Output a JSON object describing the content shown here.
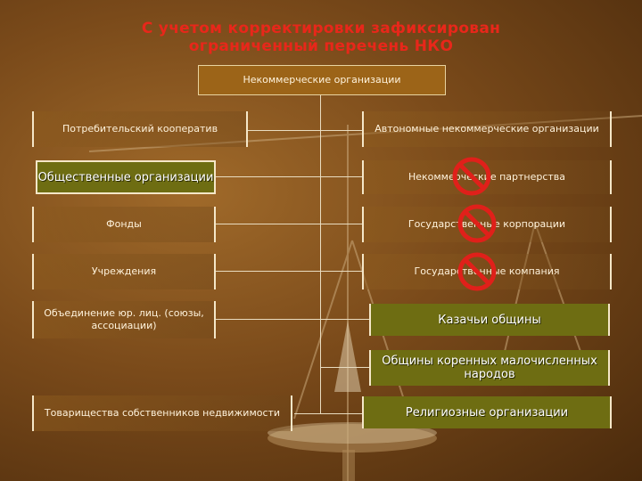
{
  "title": {
    "line1": "С учетом корректировки зафиксирован",
    "line2": "ограниченный перечень НКО"
  },
  "root": "Некоммерческие организации",
  "left": [
    {
      "label": "Потребительский кооператив",
      "highlight": false
    },
    {
      "label": "Общественные организации",
      "highlight": true
    },
    {
      "label": "Фонды",
      "highlight": false
    },
    {
      "label": "Учреждения",
      "highlight": false
    },
    {
      "label": "Объединение юр. лиц. (союзы, ассоциации)",
      "highlight": false
    },
    {
      "label": "Товарищества собственников недвижимости",
      "highlight": false
    }
  ],
  "right": [
    {
      "label": "Автономные некоммерческие организации",
      "highlight": false,
      "crossed": false
    },
    {
      "label": "Некоммерческие партнерства",
      "highlight": false,
      "crossed": true
    },
    {
      "label": "Государственные корпорации",
      "highlight": false,
      "crossed": true
    },
    {
      "label": "Государственные компания",
      "highlight": false,
      "crossed": true
    },
    {
      "label": "Казачьи общины",
      "highlight": true,
      "crossed": false
    },
    {
      "label": "Общины коренных малочисленных народов",
      "highlight": true,
      "crossed": false
    },
    {
      "label": "Религиозные организации",
      "highlight": true,
      "crossed": false
    }
  ],
  "colors": {
    "title": "#e8271a",
    "highlight_green": "#6e6d12",
    "no_sign_red": "#e0201a"
  },
  "icons": [
    "scales-icon",
    "no-entry-icon"
  ]
}
